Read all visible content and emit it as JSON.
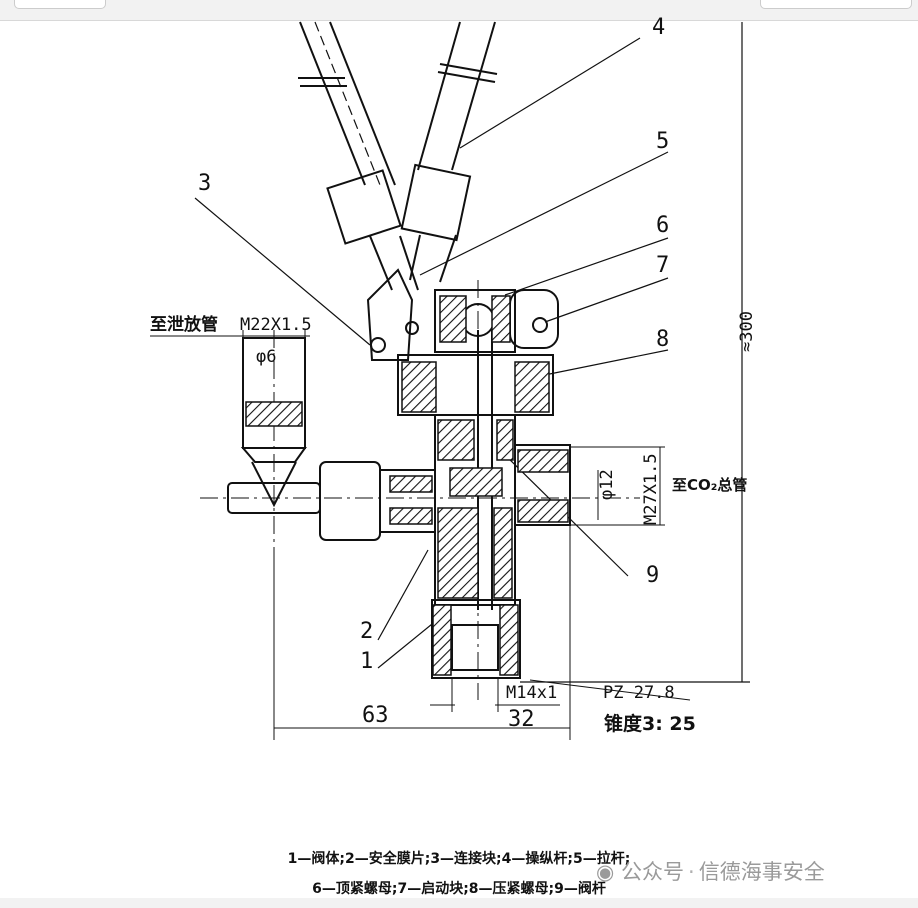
{
  "part_numbers": [
    "1",
    "2",
    "3",
    "4",
    "5",
    "6",
    "7",
    "8",
    "9"
  ],
  "dimensions": {
    "left_thread": "M22X1.5",
    "left_dia": "φ6",
    "right_thread": "M27X1.5",
    "right_dia": "φ12",
    "bottom_thread": "M14x1",
    "taper_thread": "PZ 27.8",
    "height": "≈300",
    "width_left": "63",
    "width_right": "32",
    "taper": "锥度3: 25"
  },
  "labels": {
    "discharge": "至泄放管",
    "co2_main": "至CO₂总管"
  },
  "caption": {
    "line1": "1—阀体;2—安全膜片;3—连接块;4—操纵杆;5—拉杆;",
    "line2": "6—顶紧螺母;7—启动块;8—压紧螺母;9—阀杆"
  },
  "watermark": {
    "brand": "公众号",
    "name": "信德海事安全"
  }
}
